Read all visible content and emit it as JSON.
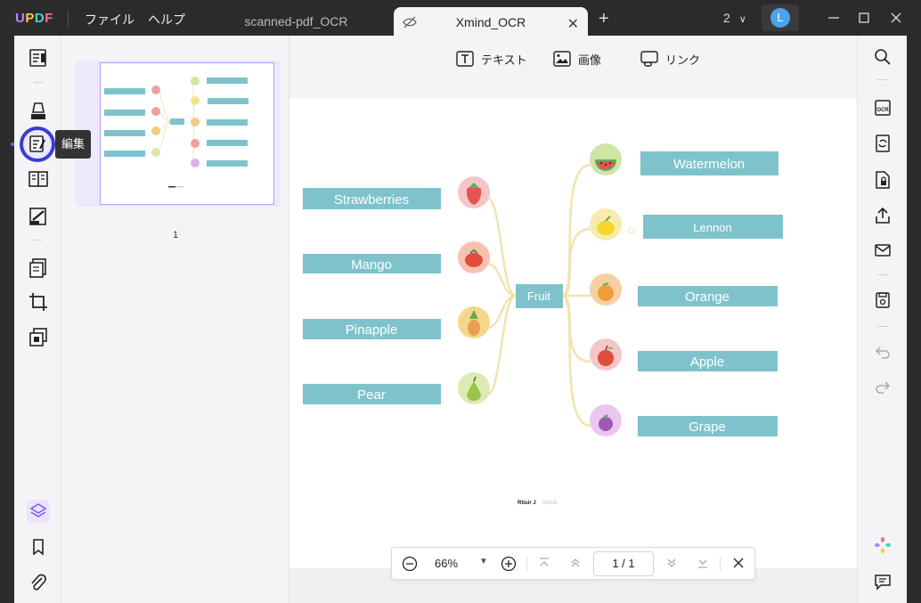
{
  "app": {
    "logo": "UPDF",
    "menu": [
      "ファイル",
      "ヘルプ"
    ],
    "tabs": [
      {
        "label": "scanned-pdf_OCR",
        "active": false
      },
      {
        "label": "Xmind_OCR",
        "active": true
      }
    ],
    "page_count_label": "2",
    "avatar_letter": "L"
  },
  "sidebar": {
    "tooltip": "編集"
  },
  "thumbnails": {
    "page_label": "1"
  },
  "toolbar": {
    "text_label": "テキスト",
    "image_label": "画像",
    "link_label": "リンク"
  },
  "mindmap": {
    "center": "Fruit",
    "left": [
      "Strawberries",
      "Mango",
      "Pinapple",
      "Pear"
    ],
    "right": [
      "Watermelon",
      "Lennon",
      "Orange",
      "Apple",
      "Grape"
    ],
    "footer_left": "Rtiuir J",
    "footer_right": "xmind",
    "colors": {
      "node": "#7ec3cc",
      "branch": "#f1e3b0",
      "text": "#ffffff"
    }
  },
  "zoombar": {
    "zoom": "66%",
    "page_input": "1 / 1"
  },
  "colors": {
    "accent": "#3b3bd6",
    "avatar": "#4aa3f0"
  }
}
